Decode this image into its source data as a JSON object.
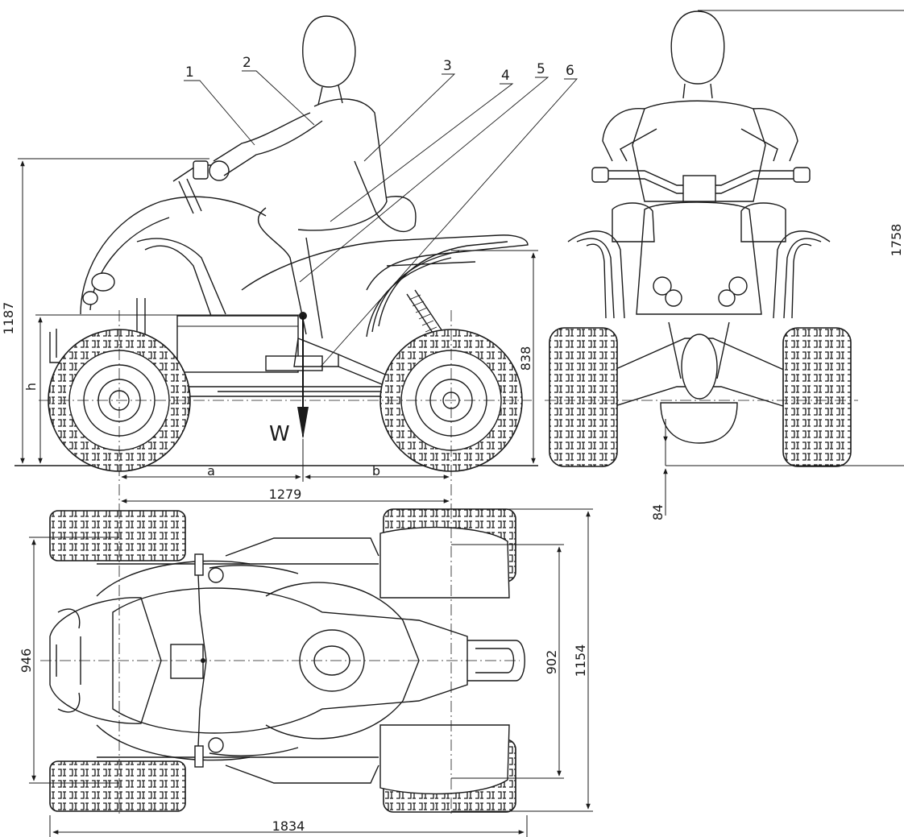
{
  "callouts": [
    "1",
    "2",
    "3",
    "4",
    "5",
    "6"
  ],
  "dimensions": {
    "overall_height": "1187",
    "seat_height": "838",
    "cog_height": "h",
    "front_to_cog": "a",
    "cog_to_rear": "b",
    "wheelbase": "1279",
    "total_height_front": "1758",
    "ground_clearance": "84",
    "front_track": "946",
    "rear_track": "902",
    "overall_width": "1154",
    "overall_length": "1834"
  },
  "weight_label": "W"
}
